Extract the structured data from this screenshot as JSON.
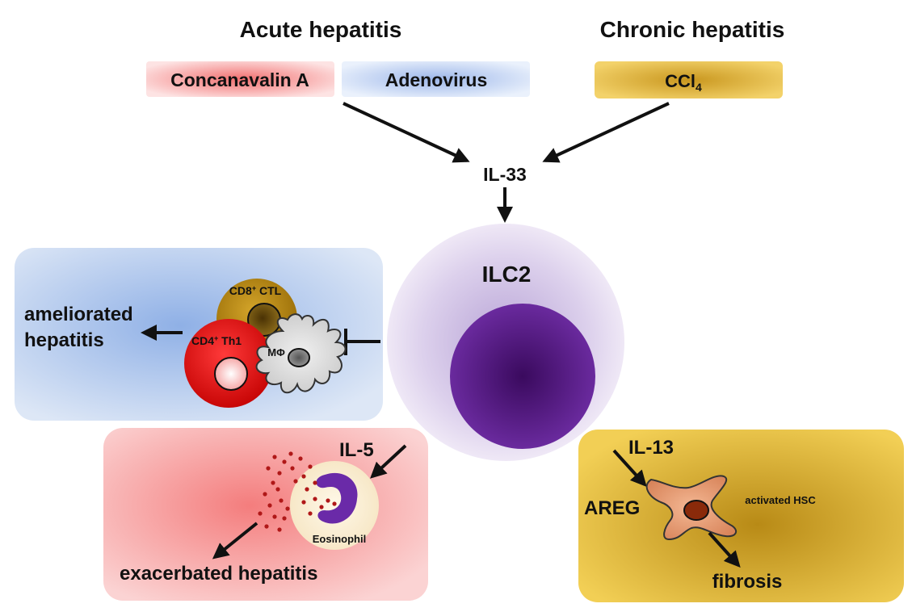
{
  "headers": {
    "acute": "Acute hepatitis",
    "chronic": "Chronic hepatitis"
  },
  "triggers": {
    "concanavalin": "Concanavalin A",
    "adenovirus": "Adenovirus",
    "ccl4_main": "CCl",
    "ccl4_sub": "4"
  },
  "cytokine_center": "IL-33",
  "ilc2": "ILC2",
  "left_panel": {
    "outcome_line1": "ameliorated",
    "outcome_line2": "hepatitis",
    "cd8_main": "CD8",
    "cd8_sup": "+",
    "cd8_tail": " CTL",
    "cd4_main": "CD4",
    "cd4_sup": "+",
    "cd4_tail": " Th1",
    "macrophage": "MΦ"
  },
  "bottom_left_panel": {
    "cytokine": "IL-5",
    "cell": "Eosinophil",
    "outcome": "exacerbated hepatitis"
  },
  "bottom_right_panel": {
    "cytokine": "IL-13",
    "mediator": "AREG",
    "cell": "activated HSC",
    "outcome": "fibrosis"
  },
  "colors": {
    "concanavalin_bg": "#f48a8a",
    "adenovirus_bg": "#a9c0ea",
    "ccl4_bg": "#e0b53c",
    "ilc2_outer": "#d7c8e8",
    "ilc2_nucleus": "#5a1a8c",
    "left_panel_bg": "#b3c8ea",
    "bottom_left_bg": "#f59a9a",
    "bottom_right_bg": "#d9a830",
    "cd8_cell": "#b88a0c",
    "cd4_cell": "#e01010",
    "eosinophil_granule": "#b01818",
    "hsc_body": "#e9a07a"
  }
}
